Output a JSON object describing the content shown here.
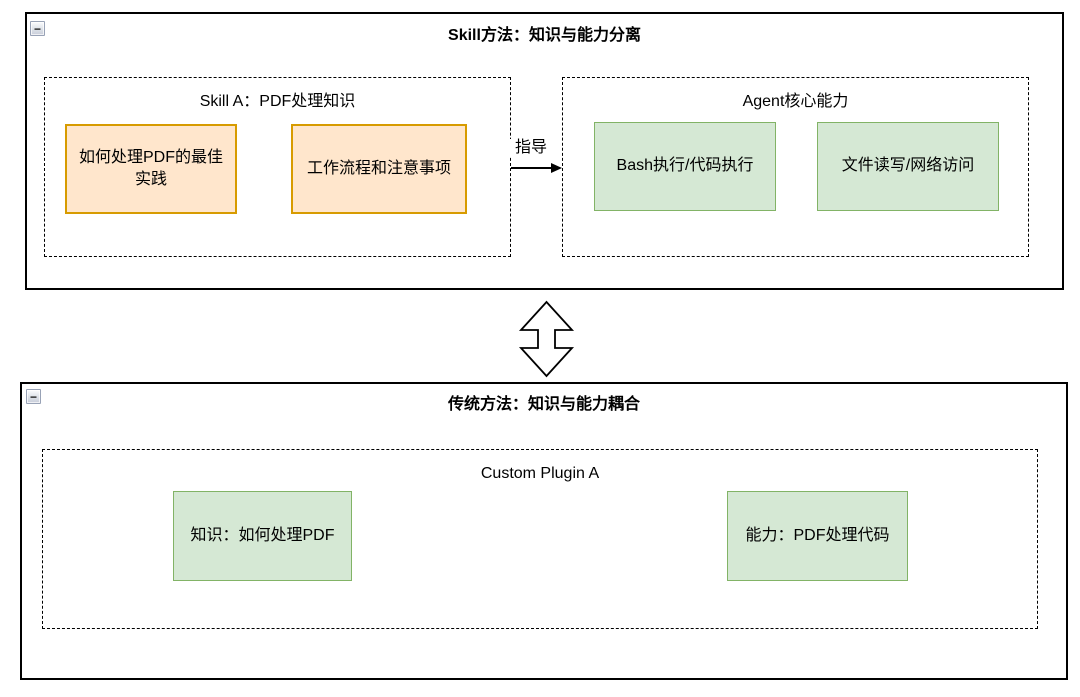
{
  "icons": {
    "minus": "−"
  },
  "colors": {
    "knowledge_fill": "#FFE6CC",
    "knowledge_border": "#D79B00",
    "capability_fill": "#D5E8D4",
    "capability_border": "#82B366",
    "line": "#000000"
  },
  "skill_section": {
    "title": "Skill方法：知识与能力分离",
    "skill_box": {
      "title": "Skill A：PDF处理知识",
      "items": [
        {
          "label": "如何处理PDF的最佳实践"
        },
        {
          "label": "工作流程和注意事项"
        }
      ]
    },
    "arrow": {
      "label": "指导"
    },
    "agent_box": {
      "title": "Agent核心能力",
      "items": [
        {
          "label": "Bash执行/代码执行"
        },
        {
          "label": "文件读写/网络访问"
        }
      ]
    }
  },
  "traditional_section": {
    "title": "传统方法：知识与能力耦合",
    "plugin_box": {
      "title": "Custom Plugin A",
      "items": [
        {
          "label": "知识：如何处理PDF"
        },
        {
          "label": "能力：PDF处理代码"
        }
      ]
    }
  }
}
